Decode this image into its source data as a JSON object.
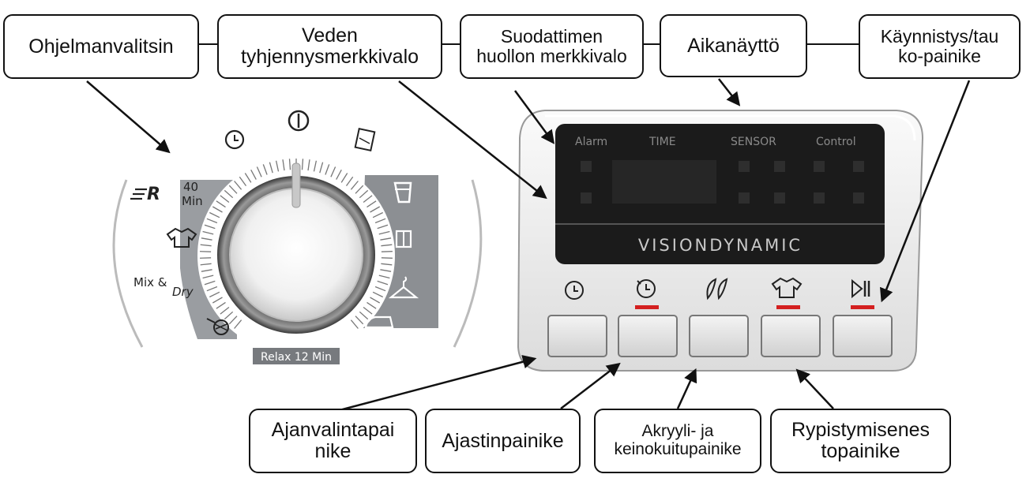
{
  "callouts": {
    "program_selector": "Ohjelmanvalitsin",
    "water_drain_light": "Veden\ntyhjennysmerkkivalo",
    "filter_service_light": "Suodattimen\nhuollon merkkivalo",
    "time_display": "Aikanäyttö",
    "start_pause_button": "Käynnistys/tau\nko-painike",
    "time_select_button": "Ajanvalintapai\nnike",
    "timer_button": "Ajastinpainike",
    "acrylic_button": "Akryyli- ja\nkeinokuitupainike",
    "anti_crease_button": "Rypistymisenes\ntopainike"
  },
  "dial": {
    "program_40min_number": "40",
    "program_40min_unit": "Min",
    "mix_dry_label_1": "Mix &",
    "mix_dry_label_2": "Dry",
    "eco_label": "R",
    "relax_label": "Relax 12 Min"
  },
  "panel": {
    "display_labels": [
      "Alarm",
      "TIME",
      "SENSOR",
      "Control"
    ],
    "brand": "VISIONDYNAMIC"
  },
  "icons": [
    "clock-icon",
    "power-icon",
    "timer-icon",
    "leaf-feather-icon",
    "shirt-icon",
    "start-pause-icon",
    "hanger-icon",
    "iron-icon",
    "cabinet-icon",
    "towel-icon",
    "wool-icon"
  ],
  "colors": {
    "indicator_red": "#d42020",
    "dial_band": "#8c8f93",
    "panel_display": "#1b1b1b"
  }
}
